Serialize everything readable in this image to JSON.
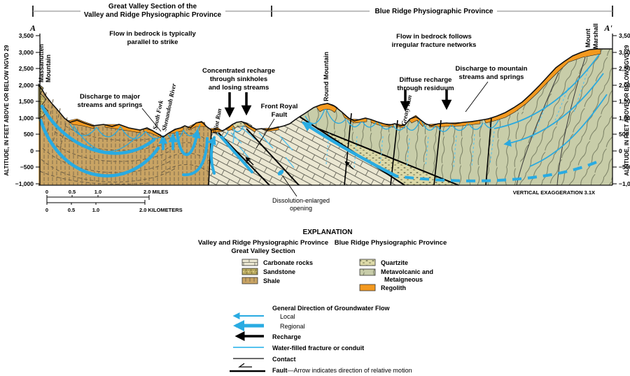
{
  "header": {
    "left": [
      "Great Valley Section of the",
      "Valley and Ridge Physiographic Province"
    ],
    "right": "Blue Ridge Physiographic Province"
  },
  "endpoints": {
    "left": "A",
    "right": "A'"
  },
  "axis": {
    "title": "ALTITUDE, IN FEET ABOVE OR BELOW NGVD 29",
    "ticks": [
      "3,500",
      "3,000",
      "2,500",
      "2,000",
      "1,500",
      "1,000",
      "500",
      "0",
      "−500",
      "−1,000"
    ]
  },
  "annotations": {
    "flow_left": [
      "Flow in bedrock is typically",
      "parallel to strike"
    ],
    "flow_right": [
      "Flow in bedrock follows",
      "irregular fracture networks"
    ],
    "discharge_major": [
      "Discharge to major",
      "streams and springs"
    ],
    "concentrated_recharge": [
      "Concentrated recharge",
      "through sinkholes",
      "and losing streams"
    ],
    "front_royal_fault": [
      "Front Royal",
      "Fault"
    ],
    "diffuse_recharge": [
      "Diffuse recharge",
      "through residuum"
    ],
    "discharge_mountain": [
      "Discharge to mountain",
      "streams and springs"
    ],
    "dissolution": [
      "Dissolution-enlarged",
      "opening"
    ],
    "vertical_exaggeration": "VERTICAL EXAGGERATION 3.1X"
  },
  "features": {
    "massanutten": [
      "Massanutten",
      "Mountain"
    ],
    "south_fork": [
      "South Fork",
      "Shenandoah River"
    ],
    "flint_run": "Flint Run",
    "round_mountain": "Round Mountain",
    "greasy_run": "Greasy Run",
    "mount_marshall": [
      "Mount",
      "Marshall"
    ]
  },
  "scalebar": {
    "miles_ticks": [
      "0",
      "0.5",
      "1.0"
    ],
    "miles_end": "2.0 MILES",
    "km_ticks": [
      "0",
      "0.5",
      "1.0"
    ],
    "km_end": "2.0 KILOMETERS"
  },
  "explanation": {
    "title": "EXPLANATION",
    "left_header": [
      "Valley and Ridge Physiographic Province",
      "Great Valley Section"
    ],
    "right_header": "Blue Ridge Physiographic Province",
    "left_items": [
      "Carbonate rocks",
      "Sandstone",
      "Shale"
    ],
    "right_items": [
      "Quartzite",
      "Metavolcanic and",
      "Metaigneous",
      "Regolith"
    ],
    "flow_header": "General Direction of Groundwater Flow",
    "flow_local": "Local",
    "flow_regional": "Regional",
    "recharge": "Recharge",
    "fracture": "Water-filled fracture or conduit",
    "contact": "Contact",
    "fault_bold": "Fault",
    "fault_rest": "—Arrow indicates direction of relative motion"
  },
  "colors": {
    "regolith": "#F3991F",
    "flow_blue": "#29ABE2",
    "fracture_blue": "#56C3EE",
    "shale": "#C9A464",
    "carbonate": "#EBE7D2",
    "sandstone": "#B9A95F",
    "quartzite": "#DCD9A8",
    "metavolcanic": "#C8CDA9"
  }
}
